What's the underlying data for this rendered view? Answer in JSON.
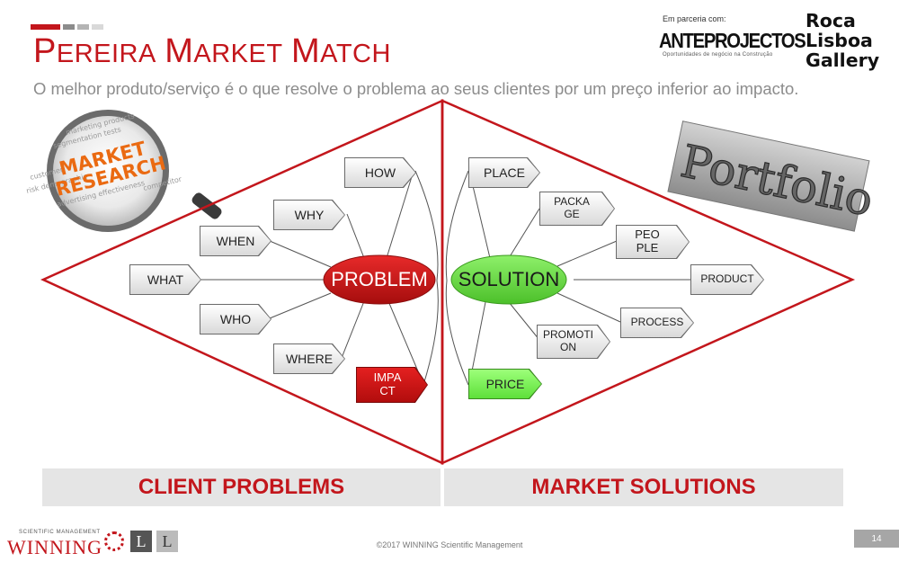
{
  "header": {
    "title_first_letter_1": "P",
    "title_rest_1": "EREIRA",
    "title_first_letter_2": "M",
    "title_rest_2": "ARKET",
    "title_first_letter_3": "M",
    "title_rest_3": "ATCH",
    "subtitle": "O melhor produto/serviço é o que resolve o problema ao seus clientes por um preço inferior ao impacto.",
    "bar_colors": [
      "#c3161c",
      "#8c8c8c",
      "#b4b4b4",
      "#d9d9d9"
    ]
  },
  "partners": {
    "label": "Em parceria com:",
    "anteprojectos": "ANTEPROJECTOS",
    "anteprojectos_tagline": "Oportunidades de negócio na Construção",
    "roca": [
      "Roca",
      "Lisboa",
      "Gallery"
    ]
  },
  "images": {
    "market_research_words": [
      "MARKET",
      "RESEARCH"
    ],
    "portfolio_word": "Portfolio"
  },
  "problem_side": {
    "center": "PROBLEM",
    "tags": [
      "HOW",
      "WHY",
      "WHEN",
      "WHAT",
      "WHO",
      "WHERE",
      "IMPACT"
    ]
  },
  "solution_side": {
    "center": "SOLUTION",
    "tags": [
      "PLACE",
      "PACKAGE",
      "PEOPLE",
      "PRODUCT",
      "PROCESS",
      "PROMOTION",
      "PRICE"
    ]
  },
  "footer": {
    "left_box": "CLIENT PROBLEMS",
    "right_box": "MARKET SOLUTIONS",
    "copyright": "©2017 WINNING Scientific Management",
    "page_number": "14",
    "brand_small": "SCIENTIFIC MANAGEMENT",
    "brand": "WINNING"
  },
  "colors": {
    "accent_red": "#c3161c",
    "problem_fill": "#c0141a",
    "solution_fill": "#5fd33a",
    "impact_fill": "#cf1717",
    "price_fill": "#7cf25a"
  }
}
